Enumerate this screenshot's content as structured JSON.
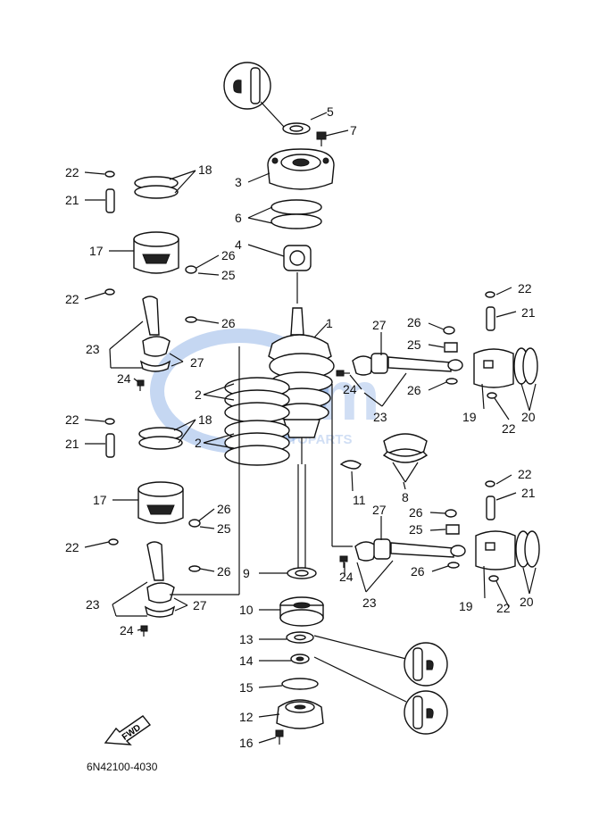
{
  "diagram": {
    "catalog_code": "6N42100-4030",
    "fwd_label": "FWD",
    "watermark_text": "MOTOPARTS",
    "part_labels": [
      "1",
      "2",
      "3",
      "4",
      "5",
      "6",
      "7",
      "8",
      "9",
      "10",
      "11",
      "12",
      "13",
      "14",
      "15",
      "16",
      "17",
      "18",
      "19",
      "20",
      "21",
      "22",
      "23",
      "24",
      "25",
      "26",
      "27"
    ]
  },
  "colors": {
    "line": "#111111",
    "watermark": "#2f6fd0"
  }
}
